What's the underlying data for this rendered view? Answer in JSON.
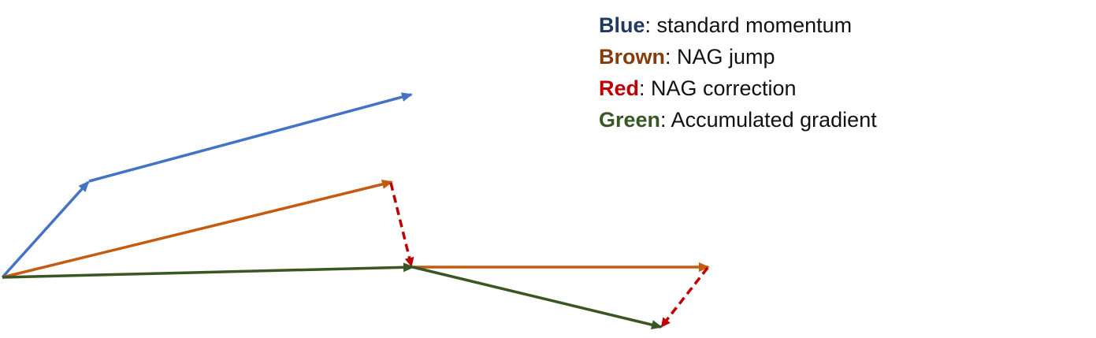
{
  "legend": [
    {
      "key": "Blue",
      "desc": ": standard momentum",
      "color": "#203864"
    },
    {
      "key": "Brown",
      "desc": ": NAG jump",
      "color": "#843C0C"
    },
    {
      "key": "Red",
      "desc": ": NAG correction",
      "color": "#C00000"
    },
    {
      "key": "Green",
      "desc": ": Accumulated gradient",
      "color": "#385723"
    }
  ],
  "arrow_colors": {
    "blue": "#4472C4",
    "brown": "#C55A11",
    "red": "#C00000",
    "green": "#385723"
  }
}
